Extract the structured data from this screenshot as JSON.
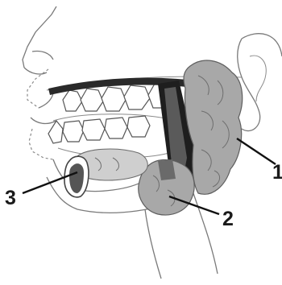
{
  "labels": {
    "gland_1": "1",
    "gland_2": "2",
    "gland_3": "3"
  },
  "colors": {
    "gland_fill": "#a8a8a8",
    "duct": "#2a2a2a",
    "outline": "#7a7a7a"
  }
}
